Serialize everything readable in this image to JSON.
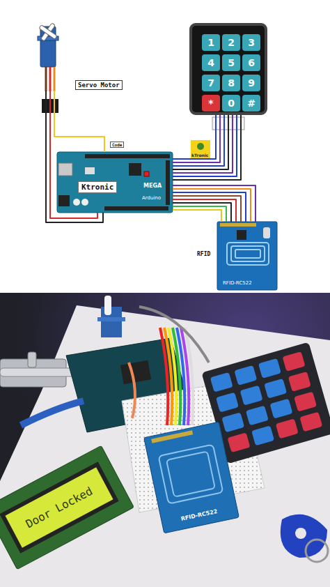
{
  "diagram": {
    "nodes": [
      {
        "text": [
          "Servo Motor"
        ]
      },
      {
        "text": []
      },
      {
        "text": [
          "1"
        ],
        "in": 1
      },
      {
        "text": [
          "2"
        ],
        "in": 1
      },
      {
        "text": [
          "3"
        ],
        "in": 1
      },
      {
        "text": [
          "4"
        ],
        "in": 1
      },
      {
        "text": [
          "5"
        ],
        "in": 1
      },
      {
        "text": [
          "6"
        ],
        "in": 1
      },
      {
        "text": [
          "7"
        ],
        "in": 1
      },
      {
        "text": [
          "8"
        ],
        "in": 1
      },
      {
        "text": [
          "9"
        ],
        "in": 1
      },
      {
        "text": [
          "*"
        ],
        "in": 1
      },
      {
        "text": [
          "0"
        ],
        "in": 1
      },
      {
        "text": [
          "#"
        ],
        "in": 1
      },
      {
        "text": [
          "Ktronic"
        ]
      },
      {
        "text": [
          "RFID",
          "RFID-RC522"
        ]
      }
    ],
    "edges": [
      {
        "from": 0,
        "to": 14,
        "arrow": "none"
      },
      {
        "from": 1,
        "to": 14,
        "arrow": "none"
      },
      {
        "from": 15,
        "to": 14,
        "arrow": "none"
      }
    ],
    "labels": [
      "Code",
      "kTronic",
      "MEGA",
      "Arduino",
      "Door Locked",
      "RFID-RC522"
    ]
  }
}
